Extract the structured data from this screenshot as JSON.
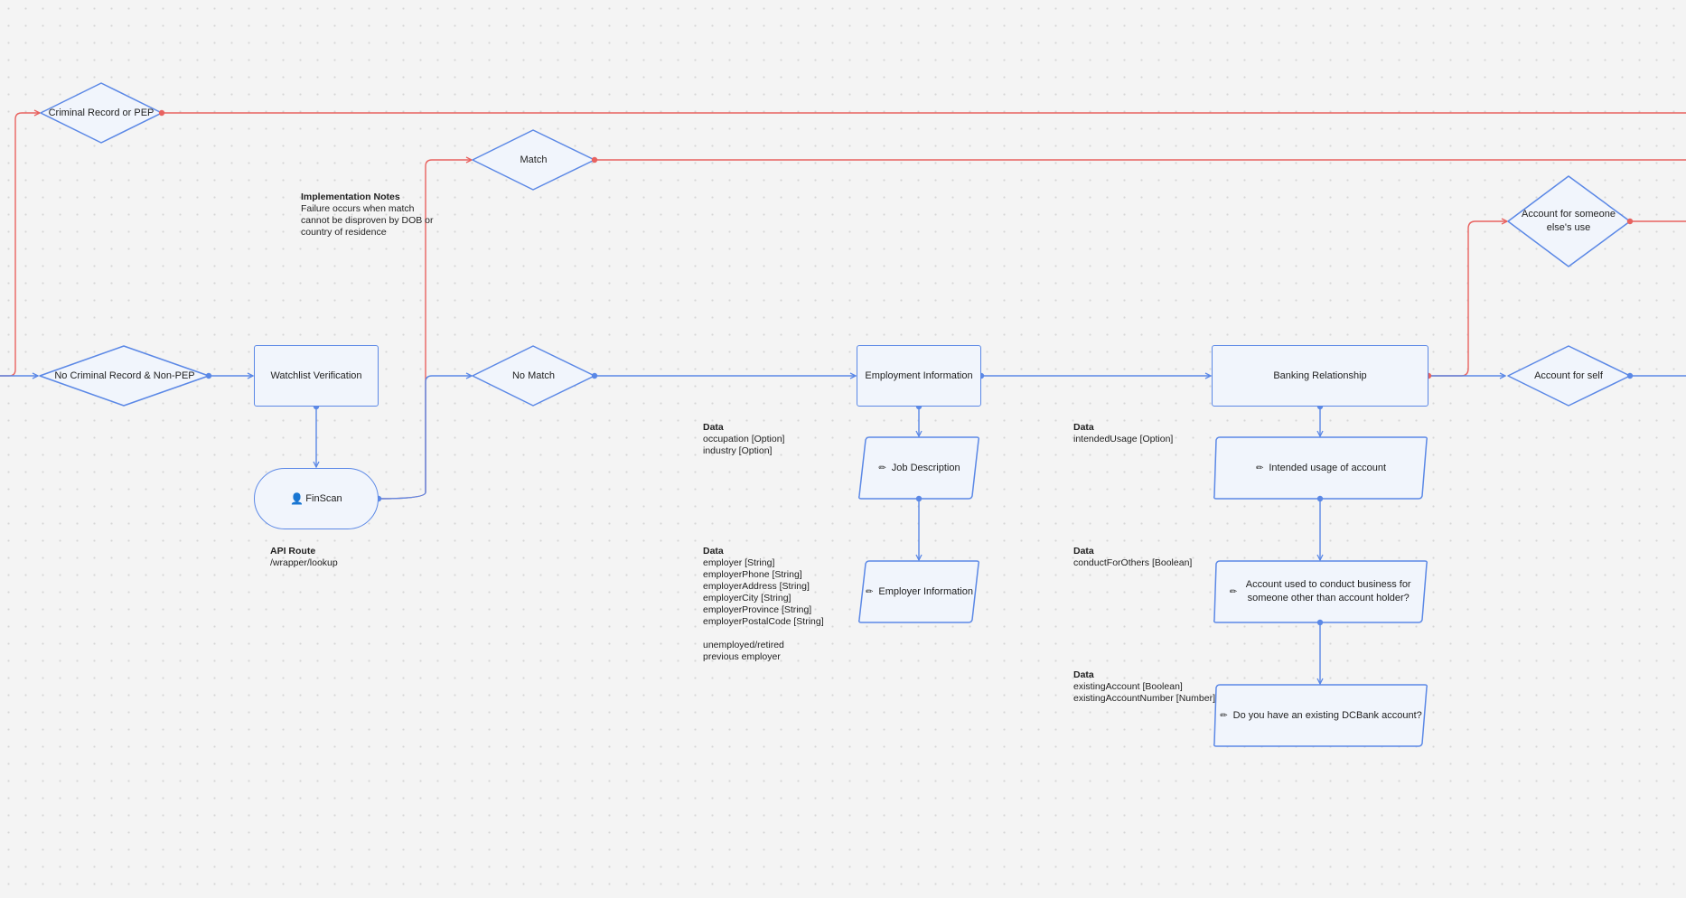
{
  "colors": {
    "flow": "#5b88e6",
    "reject": "#e8625f",
    "fill": "#f1f5fc"
  },
  "nodes": {
    "criminal_record_or_pep": "Criminal Record or PEP",
    "no_criminal_record": "No Criminal Record & Non-PEP",
    "watchlist_verification": "Watchlist Verification",
    "finscan": "FinScan",
    "match": "Match",
    "no_match": "No Match",
    "employment_information": "Employment Information",
    "job_description": "Job Description",
    "employer_information": "Employer Information",
    "banking_relationship": "Banking Relationship",
    "intended_usage": "Intended usage of account",
    "conduct_business": "Account used to conduct business for someone other than account holder?",
    "existing_account": "Do you have an existing DCBank account?",
    "account_for_someone_else": "Account for someone else's use",
    "account_for_self": "Account for self"
  },
  "icons": {
    "finscan": "person-icon",
    "input": "pencil-icon"
  },
  "notes": {
    "implementation": {
      "heading": "Implementation Notes",
      "lines": [
        "Failure occurs when match",
        "cannot be disproven by DOB or",
        "country of residence"
      ]
    },
    "api_route": {
      "heading": "API Route",
      "lines": [
        "/wrapper/lookup"
      ]
    },
    "data_job": {
      "heading": "Data",
      "lines": [
        "occupation [Option]",
        "industry [Option]"
      ]
    },
    "data_employer": {
      "heading": "Data",
      "lines": [
        "employer [String]",
        "employerPhone [String]",
        "employerAddress [String]",
        "employerCity [String]",
        "employerProvince [String]",
        "employerPostalCode [String]",
        "",
        "unemployed/retired",
        "previous employer"
      ]
    },
    "data_usage": {
      "heading": "Data",
      "lines": [
        "intendedUsage [Option]"
      ]
    },
    "data_conduct": {
      "heading": "Data",
      "lines": [
        "conductForOthers [Boolean]"
      ]
    },
    "data_existing": {
      "heading": "Data",
      "lines": [
        "existingAccount [Boolean]",
        "existingAccountNumber [Number]"
      ]
    }
  }
}
